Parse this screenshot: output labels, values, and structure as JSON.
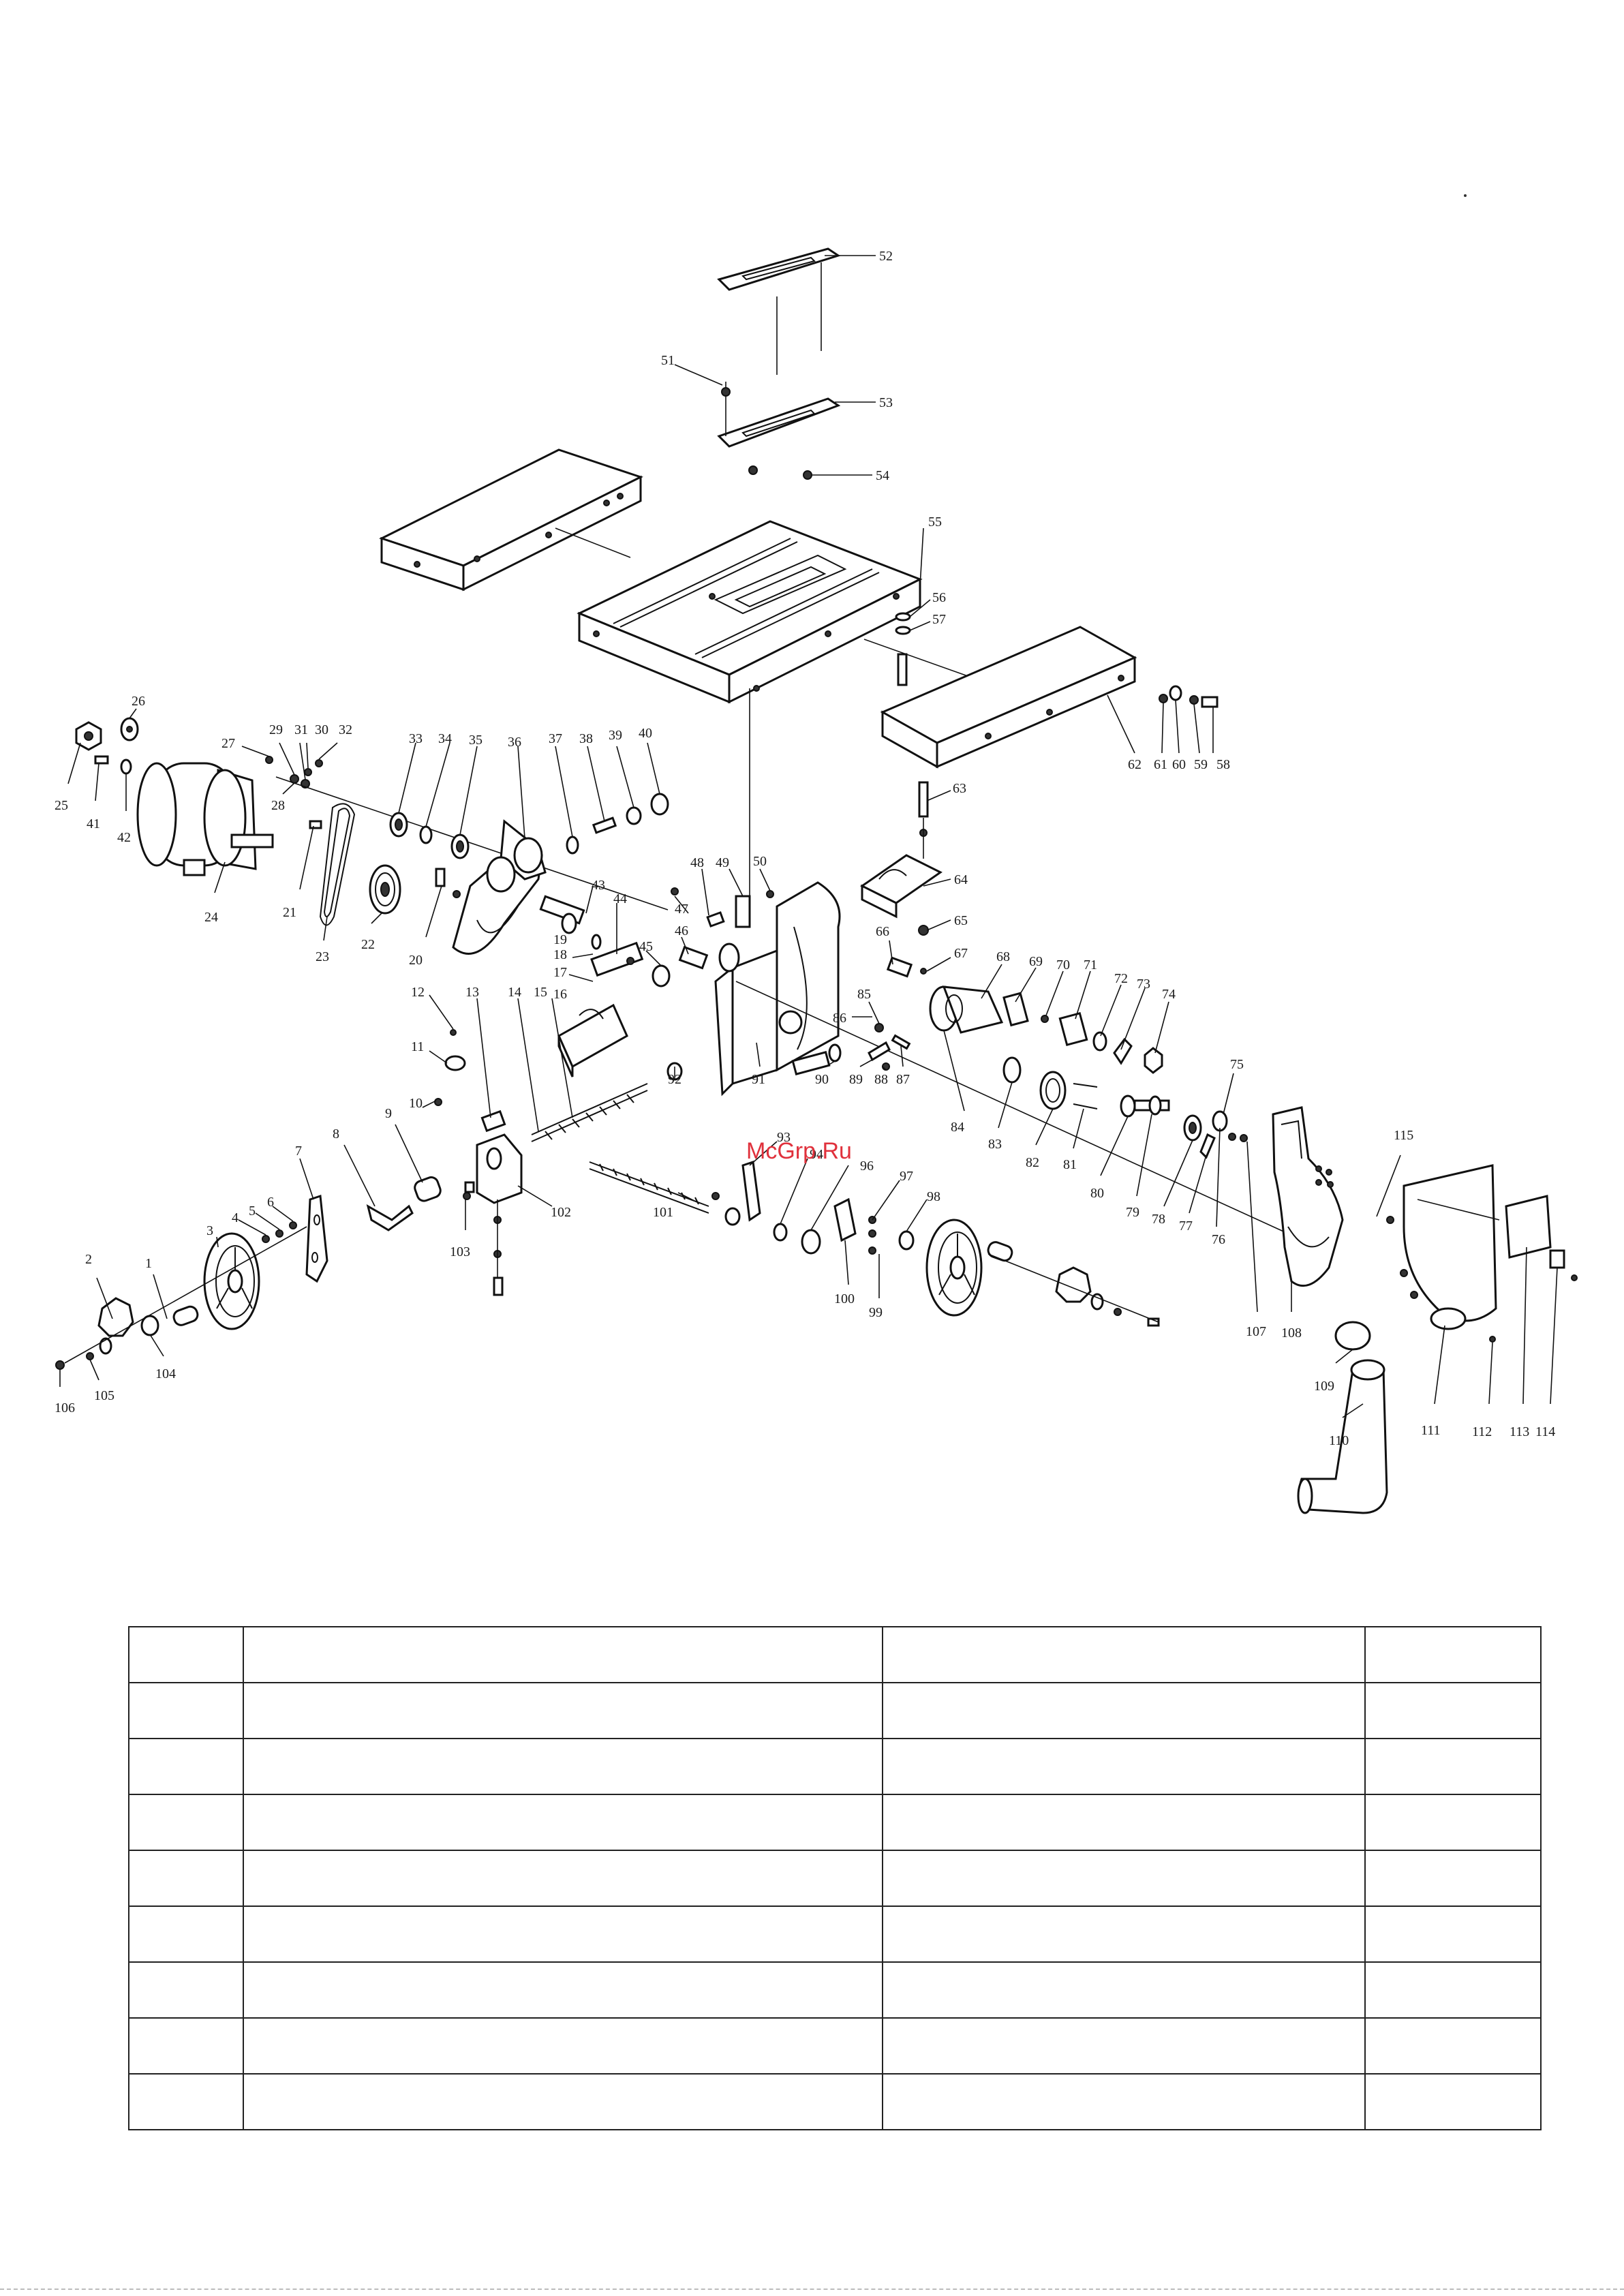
{
  "watermark": "McGrp.Ru",
  "callouts": [
    "1",
    "2",
    "3",
    "4",
    "5",
    "6",
    "7",
    "8",
    "9",
    "10",
    "11",
    "12",
    "13",
    "14",
    "15",
    "16",
    "17",
    "18",
    "19",
    "20",
    "21",
    "22",
    "23",
    "24",
    "25",
    "26",
    "27",
    "28",
    "29",
    "30",
    "31",
    "32",
    "33",
    "34",
    "35",
    "36",
    "37",
    "38",
    "39",
    "40",
    "41",
    "42",
    "43",
    "44",
    "45",
    "46",
    "47",
    "48",
    "49",
    "50",
    "51",
    "52",
    "53",
    "54",
    "55",
    "56",
    "57",
    "58",
    "59",
    "60",
    "61",
    "62",
    "63",
    "64",
    "65",
    "66",
    "67",
    "68",
    "69",
    "70",
    "71",
    "72",
    "73",
    "74",
    "75",
    "76",
    "77",
    "78",
    "79",
    "80",
    "81",
    "82",
    "83",
    "84",
    "85",
    "86",
    "87",
    "88",
    "89",
    "90",
    "91",
    "92",
    "93",
    "94",
    "96",
    "97",
    "98",
    "99",
    "100",
    "101",
    "102",
    "103",
    "104",
    "105",
    "106",
    "107",
    "108",
    "109",
    "110",
    "111",
    "112",
    "113",
    "114",
    "115"
  ],
  "table": {
    "rows": 9,
    "columns": 4,
    "cells": [
      [
        "",
        "",
        "",
        ""
      ],
      [
        "",
        "",
        "",
        ""
      ],
      [
        "",
        "",
        "",
        ""
      ],
      [
        "",
        "",
        "",
        ""
      ],
      [
        "",
        "",
        "",
        ""
      ],
      [
        "",
        "",
        "",
        ""
      ],
      [
        "",
        "",
        "",
        ""
      ],
      [
        "",
        "",
        "",
        ""
      ],
      [
        "",
        "",
        "",
        ""
      ]
    ]
  }
}
